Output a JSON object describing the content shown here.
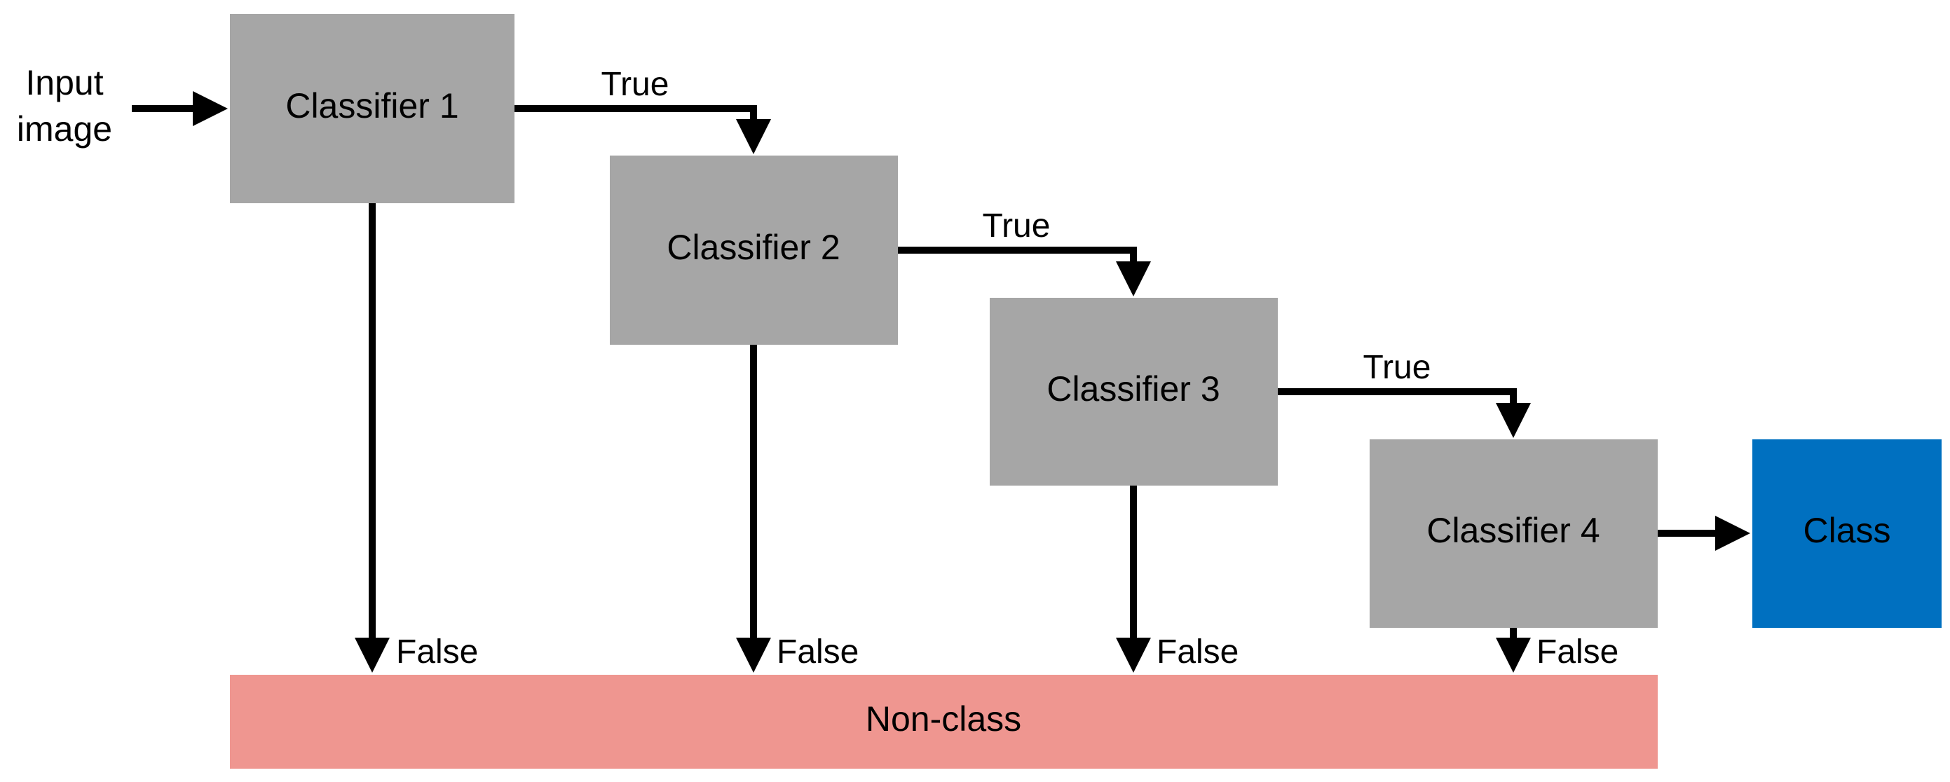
{
  "input_label": {
    "line1": "Input",
    "line2": "image"
  },
  "classifiers": [
    {
      "label": "Classifier 1"
    },
    {
      "label": "Classifier 2"
    },
    {
      "label": "Classifier 3"
    },
    {
      "label": "Classifier 4"
    }
  ],
  "true_label": "True",
  "false_label": "False",
  "class_label": "Class",
  "nonclass_label": "Non-class",
  "colors": {
    "classifier_fill": "#A6A6A6",
    "class_fill": "#0070C0",
    "nonclass_fill": "#EF9690",
    "arrow": "#000000"
  }
}
